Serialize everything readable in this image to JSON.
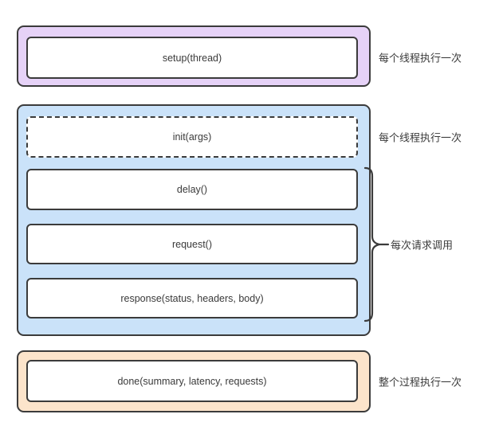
{
  "diagram": {
    "setup_group": {
      "box_label": "setup(thread)",
      "annotation": "每个线程执行一次"
    },
    "thread_group": {
      "init_label": "init(args)",
      "init_annotation": "每个线程执行一次",
      "delay_label": "delay()",
      "request_label": "request()",
      "response_label": "response(status, headers, body)",
      "brace_annotation": "每次请求调用"
    },
    "done_group": {
      "box_label": "done(summary, latency, requests)",
      "annotation": "整个过程执行一次"
    },
    "colors": {
      "border": "#3b3b3b",
      "text": "#3a3a3a",
      "purple": "#e6d2f7",
      "blue": "#cae2f9",
      "orange": "#fce4cb",
      "box_fill": "#ffffff"
    }
  }
}
